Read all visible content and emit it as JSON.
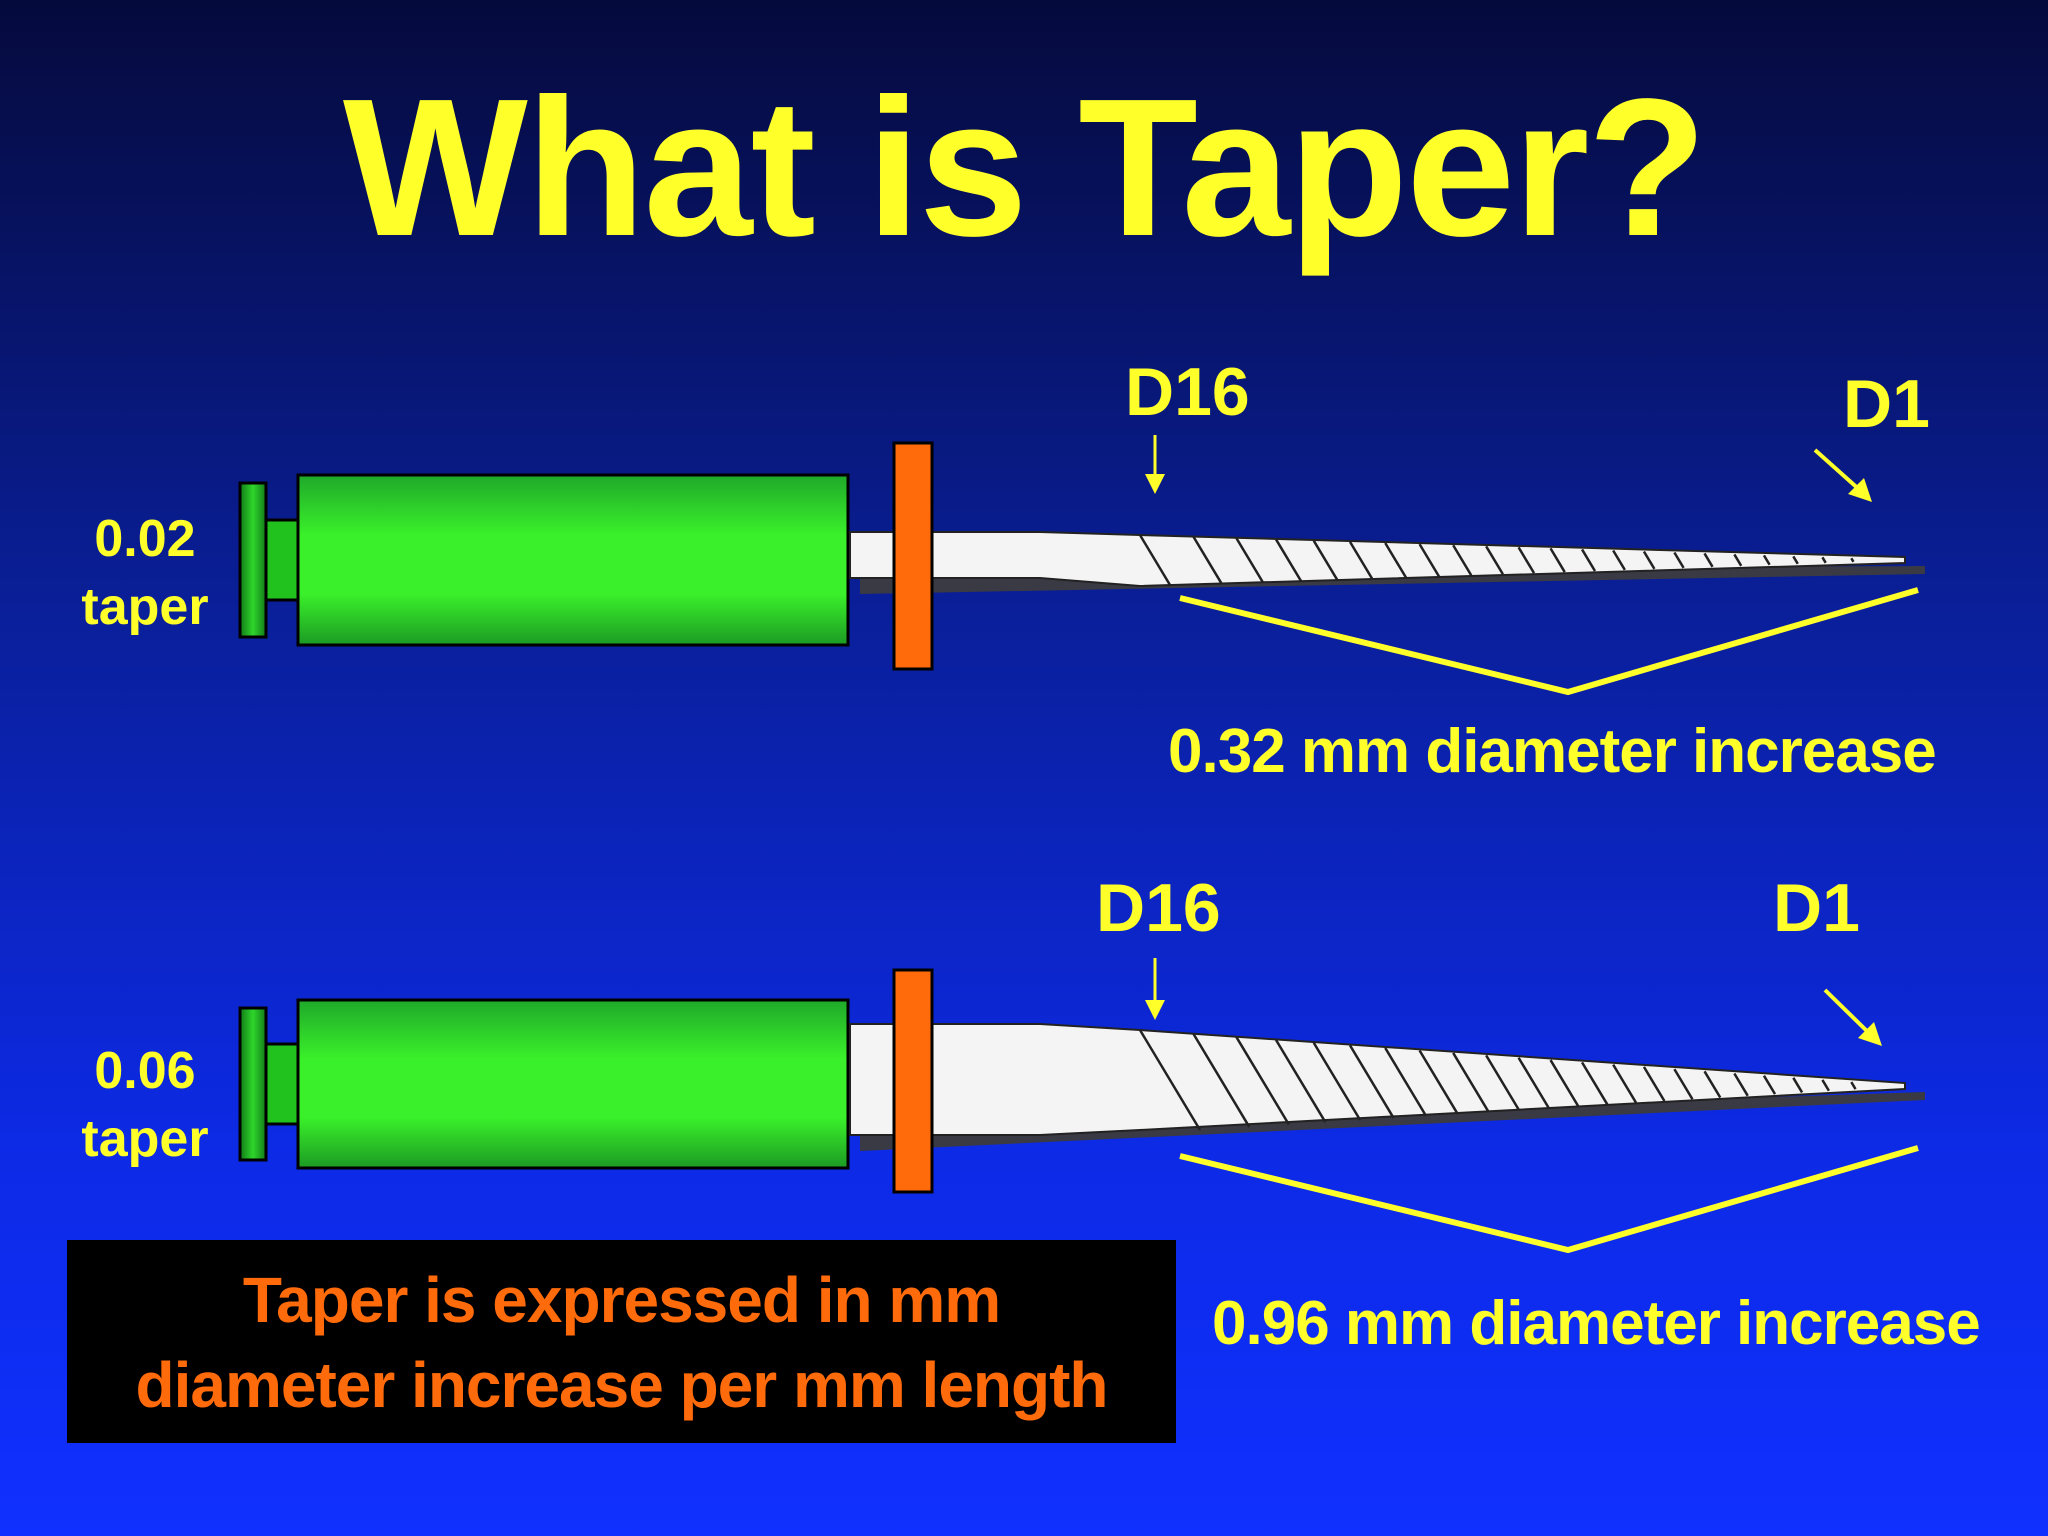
{
  "title": "What is Taper?",
  "colors": {
    "text": "#ffff2a",
    "handle": "#3af02a",
    "stopper": "#ff6a0a",
    "shaft": "#f4f4f4",
    "shadow": "#3a3a44",
    "note_text": "#ff6a0a",
    "note_bg": "#000000"
  },
  "instruments": [
    {
      "taper_value": "0.02",
      "taper_word": "taper",
      "d16_label": "D16",
      "d1_label": "D1",
      "increase_label": "0.32 mm diameter increase"
    },
    {
      "taper_value": "0.06",
      "taper_word": "taper",
      "d16_label": "D16",
      "d1_label": "D1",
      "increase_label": "0.96 mm diameter increase"
    }
  ],
  "note": {
    "line1": "Taper is expressed in mm",
    "line2": "diameter increase per mm length"
  }
}
